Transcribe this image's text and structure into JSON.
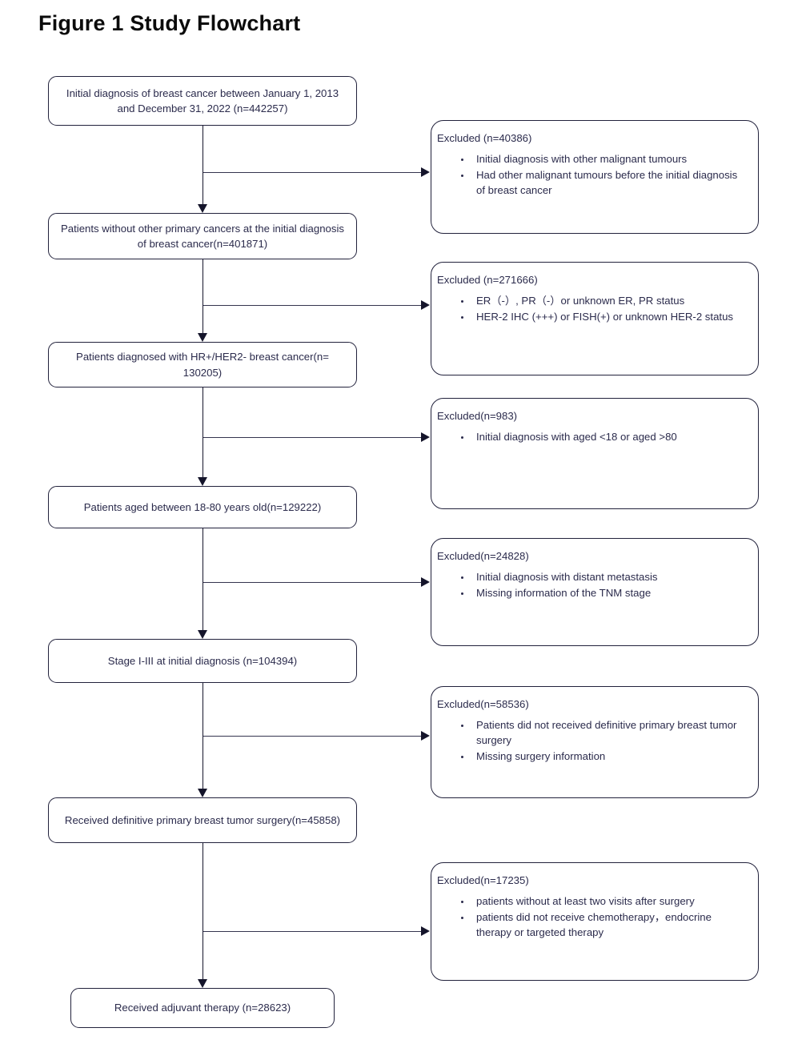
{
  "figure": {
    "title": "Figure 1 Study Flowchart"
  },
  "flow": {
    "main_nodes": [
      {
        "id": "initial-diagnosis",
        "name": "node-initial-diagnosis",
        "text": "Initial diagnosis of breast cancer between January 1, 2013 and December 31, 2022  (n=442257)",
        "count": 442257
      },
      {
        "id": "no-other-primary",
        "name": "node-no-other-primary-cancers",
        "text": "Patients without other primary cancers  at the initial diagnosis of breast cancer(n=401871)",
        "count": 401871
      },
      {
        "id": "hr-her2",
        "name": "node-hr-positive-her2-negative",
        "text": "Patients diagnosed with HR+/HER2- breast cancer(n= 130205)",
        "count": 130205
      },
      {
        "id": "age-range",
        "name": "node-age-18-80",
        "text": "Patients aged between 18-80 years old(n=129222)",
        "count": 129222
      },
      {
        "id": "stage",
        "name": "node-stage-i-iii",
        "text": "Stage I-III at initial diagnosis (n=104394)",
        "count": 104394
      },
      {
        "id": "surgery",
        "name": "node-received-definitive-surgery",
        "text": "Received definitive primary breast tumor surgery(n=45858)",
        "count": 45858
      },
      {
        "id": "adjuvant",
        "name": "node-received-adjuvant-therapy",
        "text": "Received adjuvant therapy  (n=28623)",
        "count": 28623
      }
    ],
    "exclusion_boxes": [
      {
        "id": "excl-1",
        "name": "exclusion-box-other-malignant-tumours",
        "heading": "Excluded (n=40386)",
        "count": 40386,
        "reasons": [
          "Initial diagnosis with other malignant tumours",
          "Had other malignant tumours before the initial diagnosis of breast cancer"
        ]
      },
      {
        "id": "excl-2",
        "name": "exclusion-box-receptor-status",
        "heading": "Excluded (n=271666)",
        "count": 271666,
        "reasons": [
          "ER（-）, PR（-）or unknown ER, PR status",
          "HER-2 IHC (+++) or FISH(+) or unknown HER-2 status"
        ]
      },
      {
        "id": "excl-3",
        "name": "exclusion-box-age",
        "heading": "Excluded(n=983)",
        "count": 983,
        "reasons": [
          "Initial diagnosis with aged <18 or aged >80"
        ]
      },
      {
        "id": "excl-4",
        "name": "exclusion-box-metastasis-tnm",
        "heading": "Excluded(n=24828)",
        "count": 24828,
        "reasons": [
          "Initial diagnosis with distant metastasis",
          "Missing information of the TNM stage"
        ]
      },
      {
        "id": "excl-5",
        "name": "exclusion-box-surgery",
        "heading": "Excluded(n=58536)",
        "count": 58536,
        "reasons": [
          "Patients did not received definitive primary breast tumor surgery",
          "Missing surgery information"
        ]
      },
      {
        "id": "excl-6",
        "name": "exclusion-box-followup-therapy",
        "heading": "Excluded(n=17235)",
        "count": 17235,
        "reasons": [
          "patients without at least two visits after surgery",
          "patients did not receive chemotherapy，endocrine therapy or targeted therapy"
        ]
      }
    ]
  },
  "style": {
    "border_color": "#22223c",
    "text_color": "#2b2b4c",
    "title_color": "#0b0b0b",
    "background": "#ffffff"
  }
}
